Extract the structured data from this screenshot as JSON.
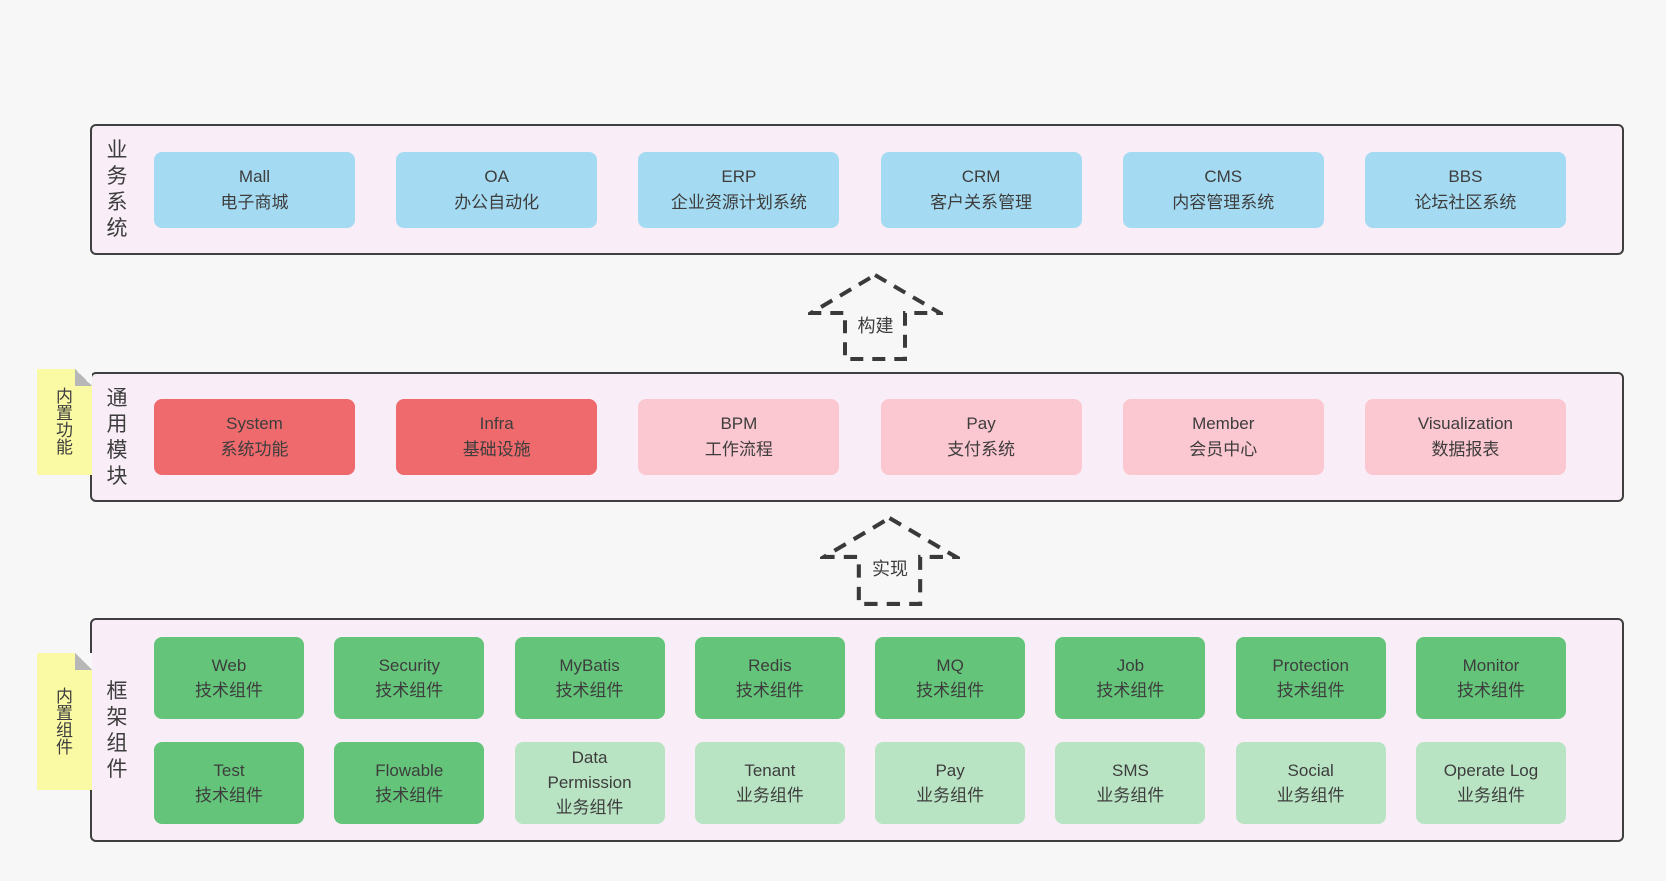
{
  "palette": {
    "page_bg": "#f7f7f7",
    "panel_bg": "#f9eef7",
    "panel_border": "#3f3f3f",
    "blue": "#a5dbf2",
    "red": "#ee6a6c",
    "pink": "#fbc7d0",
    "green": "#64c57a",
    "lightgreen": "#b9e4c3",
    "yellow": "#fafaa5",
    "fold_gray": "#b7b7b7",
    "text": "#3d3d3d",
    "arrow": "#3a3a3a"
  },
  "layers": [
    {
      "id": "business-systems",
      "side_label": "业务系统",
      "rows": [
        [
          {
            "name": "Mall",
            "desc": "电子商城",
            "color": "blue"
          },
          {
            "name": "OA",
            "desc": "办公自动化",
            "color": "blue"
          },
          {
            "name": "ERP",
            "desc": "企业资源计划系统",
            "color": "blue"
          },
          {
            "name": "CRM",
            "desc": "客户关系管理",
            "color": "blue"
          },
          {
            "name": "CMS",
            "desc": "内容管理系统",
            "color": "blue"
          },
          {
            "name": "BBS",
            "desc": "论坛社区系统",
            "color": "blue"
          }
        ]
      ]
    },
    {
      "id": "common-modules",
      "side_label": "通用模块",
      "sticky_label": "内置功能",
      "rows": [
        [
          {
            "name": "System",
            "desc": "系统功能",
            "color": "red"
          },
          {
            "name": "Infra",
            "desc": "基础设施",
            "color": "red"
          },
          {
            "name": "BPM",
            "desc": "工作流程",
            "color": "pink"
          },
          {
            "name": "Pay",
            "desc": "支付系统",
            "color": "pink"
          },
          {
            "name": "Member",
            "desc": "会员中心",
            "color": "pink"
          },
          {
            "name": "Visualization",
            "desc": "数据报表",
            "color": "pink"
          }
        ]
      ]
    },
    {
      "id": "framework-components",
      "side_label": "框架组件",
      "sticky_label": "内置组件",
      "rows": [
        [
          {
            "name": "Web",
            "desc": "技术组件",
            "color": "green"
          },
          {
            "name": "Security",
            "desc": "技术组件",
            "color": "green"
          },
          {
            "name": "MyBatis",
            "desc": "技术组件",
            "color": "green"
          },
          {
            "name": "Redis",
            "desc": "技术组件",
            "color": "green"
          },
          {
            "name": "MQ",
            "desc": "技术组件",
            "color": "green"
          },
          {
            "name": "Job",
            "desc": "技术组件",
            "color": "green"
          },
          {
            "name": "Protection",
            "desc": "技术组件",
            "color": "green"
          },
          {
            "name": "Monitor",
            "desc": "技术组件",
            "color": "green"
          }
        ],
        [
          {
            "name": "Test",
            "desc": "技术组件",
            "color": "green"
          },
          {
            "name": "Flowable",
            "desc": "技术组件",
            "color": "green"
          },
          {
            "name": "Data Permission",
            "desc": "业务组件",
            "color": "lightgreen"
          },
          {
            "name": "Tenant",
            "desc": "业务组件",
            "color": "lightgreen"
          },
          {
            "name": "Pay",
            "desc": "业务组件",
            "color": "lightgreen"
          },
          {
            "name": "SMS",
            "desc": "业务组件",
            "color": "lightgreen"
          },
          {
            "name": "Social",
            "desc": "业务组件",
            "color": "lightgreen"
          },
          {
            "name": "Operate Log",
            "desc": "业务组件",
            "color": "lightgreen"
          }
        ]
      ]
    }
  ],
  "arrows": [
    {
      "label": "构建"
    },
    {
      "label": "实现"
    }
  ]
}
